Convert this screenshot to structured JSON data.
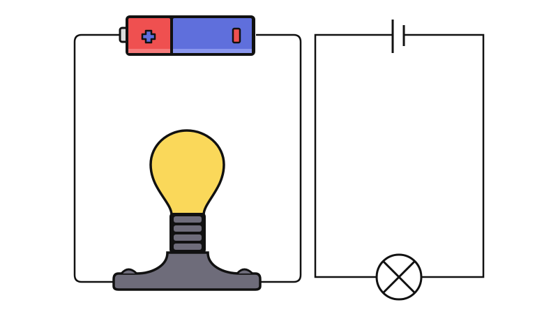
{
  "diagram": {
    "left": {
      "battery": {
        "positive_color": "#ef5050",
        "negative_color": "#5f6fdc",
        "terminal_symbol_positive": "plus",
        "terminal_symbol_negative": "minus"
      },
      "bulb": {
        "glass_color": "#fad85a",
        "base_color": "#6e6c7a",
        "state": "on"
      }
    },
    "right": {
      "symbols": [
        "cell",
        "lamp"
      ]
    },
    "colors": {
      "outline": "#111111",
      "wire": "#111111",
      "background": "#ffffff"
    }
  }
}
